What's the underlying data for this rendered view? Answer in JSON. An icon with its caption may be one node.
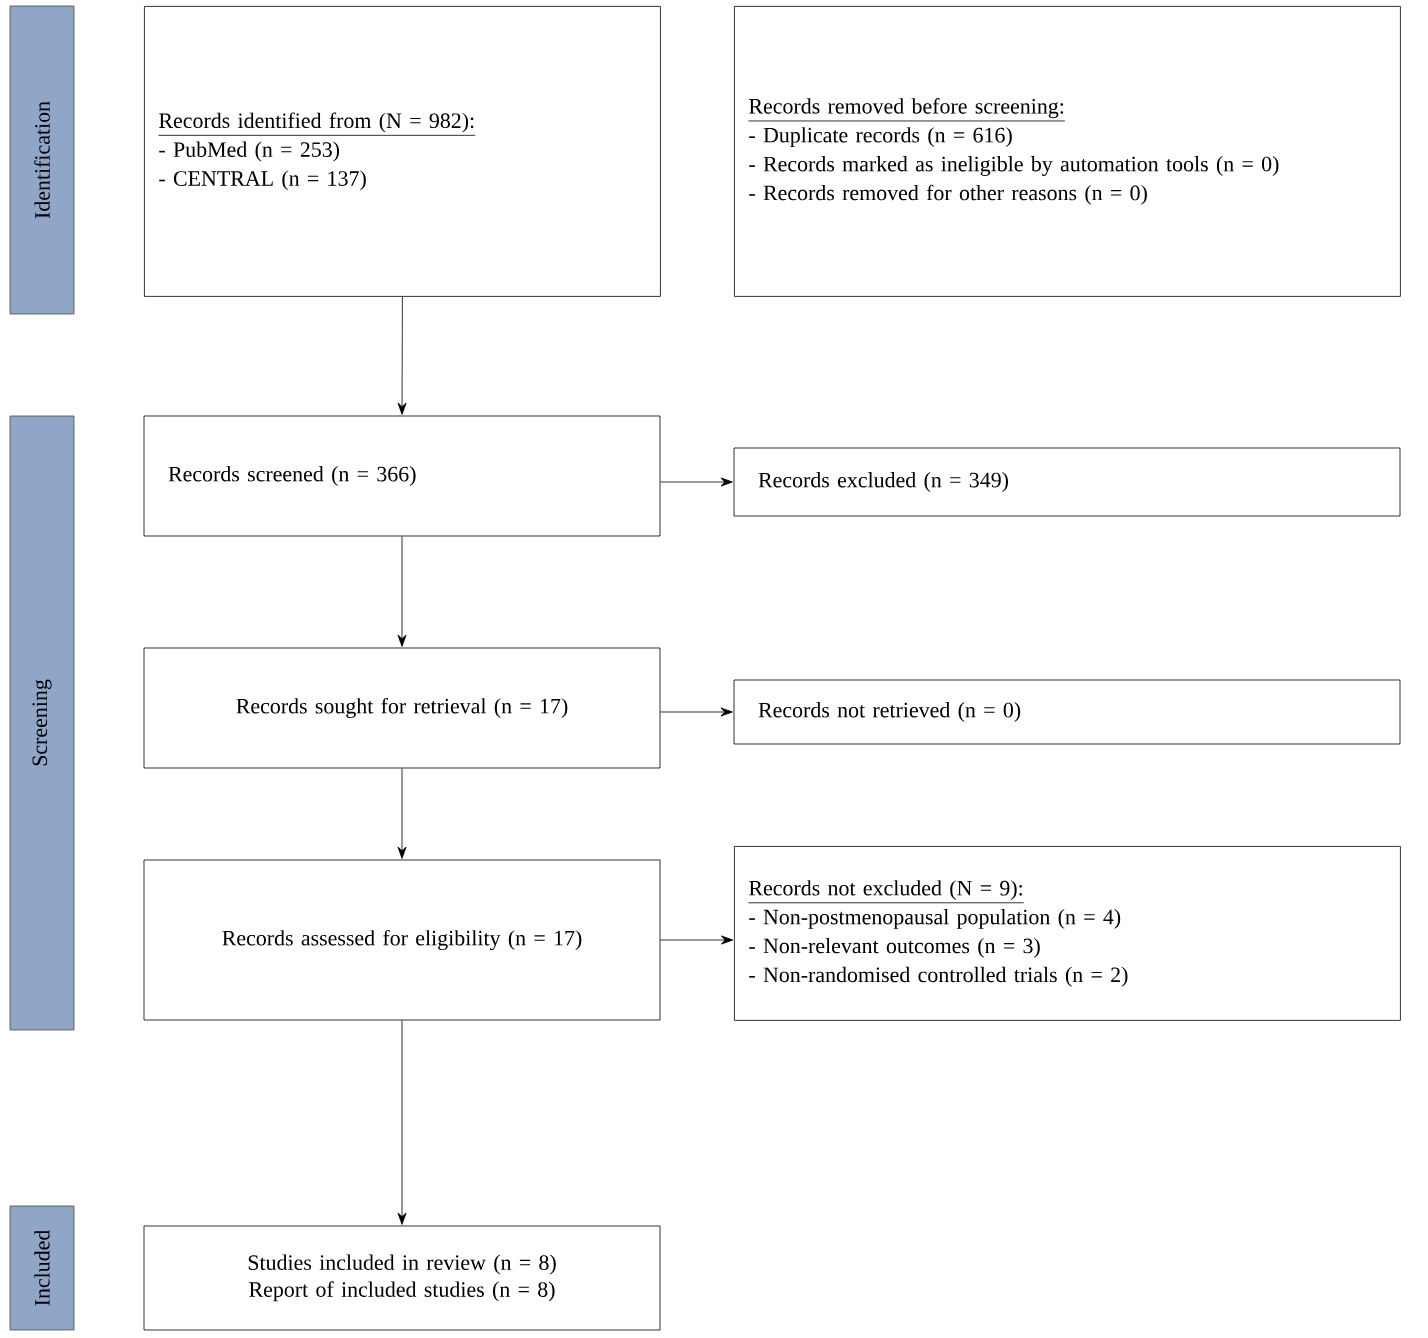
{
  "diagram": {
    "nodes": [
      {
        "text": [
          "Identification"
        ]
      },
      {
        "text": [
          "Screening"
        ]
      },
      {
        "text": [
          "Included"
        ]
      },
      {
        "text": [
          "Records identified from (N = 982):",
          "- PubMed (n = 253)",
          "- CENTRAL (n = 137)"
        ]
      },
      {
        "text": [
          "Records removed before screening:",
          "- Duplicate records (n = 616)",
          "- Records marked as ineligible by automation tools (n = 0)",
          "- Records removed for other reasons (n = 0)"
        ]
      },
      {
        "text": [
          "Records screened (n = 366)"
        ]
      },
      {
        "text": [
          "Records excluded (n = 349)"
        ]
      },
      {
        "text": [
          "Records sought for retrieval (n = 17)"
        ]
      },
      {
        "text": [
          "Records not retrieved (n = 0)"
        ]
      },
      {
        "text": [
          "Records assessed for eligibility (n = 17)"
        ]
      },
      {
        "text": [
          "Records not excluded (N = 9):",
          "- Non-postmenopausal population (n = 4)",
          "- Non-relevant outcomes (n = 3)",
          "- Non-randomised controlled trials (n = 2)"
        ]
      },
      {
        "text": [
          "Studies included in review (n = 8)",
          "Report of included studies (n = 8)"
        ]
      }
    ],
    "edges": [
      {
        "from": 3,
        "to": 5,
        "arrow": "to"
      },
      {
        "from": 5,
        "to": 6,
        "arrow": "to"
      },
      {
        "from": 5,
        "to": 7,
        "arrow": "to"
      },
      {
        "from": 7,
        "to": 8,
        "arrow": "to"
      },
      {
        "from": 7,
        "to": 9,
        "arrow": "to"
      },
      {
        "from": 9,
        "to": 10,
        "arrow": "to"
      },
      {
        "from": 9,
        "to": 11,
        "arrow": "to"
      }
    ]
  }
}
